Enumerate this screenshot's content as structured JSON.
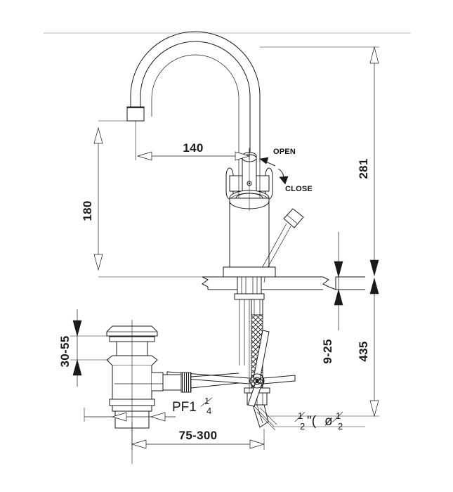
{
  "drawing": {
    "title": "Single-lever basin mixer tap dimensional drawing",
    "type": "technical-line-drawing",
    "units": "mm",
    "background_color": "#ffffff",
    "line_color": "#1a1a1a",
    "separator_color": "#b9b9b9"
  },
  "dimensions": {
    "spout_reach": "140",
    "spout_height": "180",
    "overall_height": "281",
    "total_length": "435",
    "deck_thickness": "9-25",
    "drain_adjust": "30-55",
    "tailpiece_range": "75-300"
  },
  "callouts": {
    "open": "OPEN",
    "close": "CLOSE",
    "drain_thread": "PF1",
    "drain_thread_fraction_num": "1",
    "drain_thread_fraction_den": "4",
    "supply_thread_num": "1",
    "supply_thread_den": "2",
    "supply_thread_quote": "\"(",
    "supply_thread_phi": "ø",
    "supply_thread_num2": "1",
    "supply_thread_den2": "2"
  },
  "components": {
    "spout": "gooseneck-spout",
    "aerator": "aerator-outlet",
    "handle": "cross-handle",
    "body": "faucet-body-cylinder",
    "lift_rod": "pop-up-lift-rod",
    "deck": "countertop-deck",
    "shank": "mounting-shank",
    "supply_hose": "braided-supply-hose",
    "linkage": "pop-up-linkage-pivot",
    "drain_head": "pop-up-drain-head",
    "drain_body": "drain-body",
    "horizontal_rod": "horizontal-pivot-rod"
  }
}
